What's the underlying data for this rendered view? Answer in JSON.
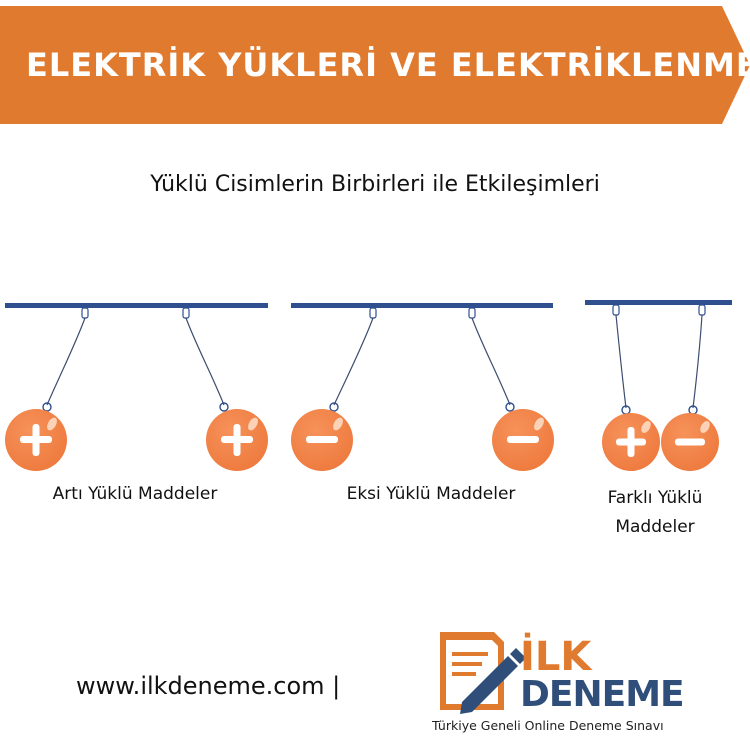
{
  "header": {
    "title": "ELEKTRİK YÜKLERİ VE ELEKTRİKLENME"
  },
  "subtitle": "Yüklü Cisimlerin Birbirleri ile Etkileşimleri",
  "groups": [
    {
      "caption": "Artı Yüklü Maddeler",
      "charges": [
        "+",
        "+"
      ]
    },
    {
      "caption": "Eksi Yüklü Maddeler",
      "charges": [
        "−",
        "−"
      ]
    },
    {
      "caption": "Farklı Yüklü Maddeler",
      "charges": [
        "+",
        "−"
      ]
    }
  ],
  "footer": {
    "website": "www.ilkdeneme.com |",
    "logo_ilk": "İLK",
    "logo_deneme": "DENEME",
    "logo_tagline": "Türkiye Geneli Online Deneme Sınavı"
  },
  "colors": {
    "banner": "#e07a2e",
    "ball": "#f07f45",
    "bar": "#2f4f8f",
    "logo_blue": "#2f4f7a"
  }
}
